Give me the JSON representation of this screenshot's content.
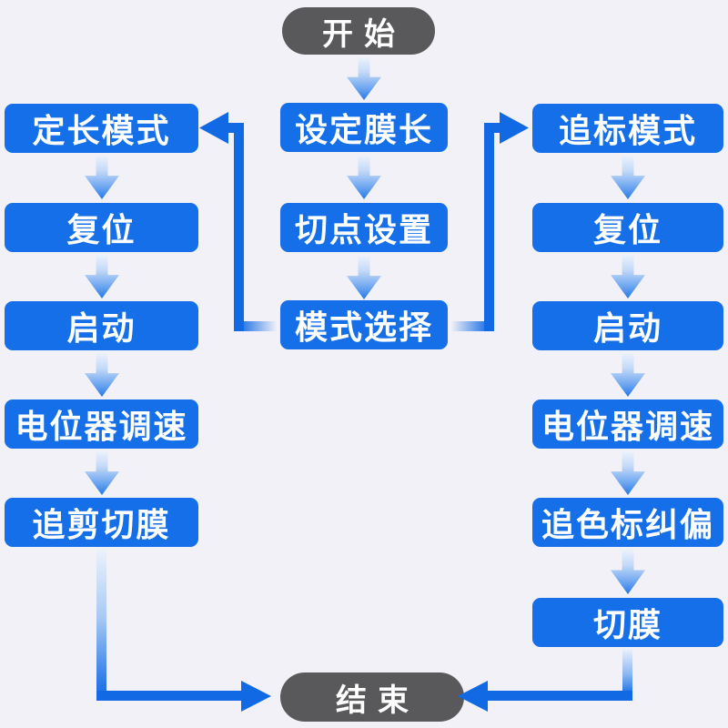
{
  "diagram_type": "flowchart",
  "colors": {
    "background": "#f2f1f7",
    "process_box": "#146fe8",
    "terminator": "#59595b",
    "connector": "#116ae4",
    "text": "#ffffff"
  },
  "nodes": {
    "start": "开始",
    "end": "结束",
    "center": [
      "设定膜长",
      "切点设置",
      "模式选择"
    ],
    "left": [
      "定长模式",
      "复位",
      "启动",
      "电位器调速",
      "追剪切膜"
    ],
    "right": [
      "追标模式",
      "复位",
      "启动",
      "电位器调速",
      "追色标纠偏",
      "切膜"
    ]
  },
  "edges": [
    {
      "from": "开始",
      "to": "设定膜长"
    },
    {
      "from": "设定膜长",
      "to": "切点设置"
    },
    {
      "from": "切点设置",
      "to": "模式选择"
    },
    {
      "from": "模式选择",
      "to": "定长模式"
    },
    {
      "from": "模式选择",
      "to": "追标模式"
    },
    {
      "from": "定长模式",
      "to": "复位"
    },
    {
      "from": "复位",
      "to": "启动"
    },
    {
      "from": "启动",
      "to": "电位器调速"
    },
    {
      "from": "电位器调速",
      "to": "追剪切膜"
    },
    {
      "from": "追剪切膜",
      "to": "结束"
    },
    {
      "from": "追标模式",
      "to": "复位"
    },
    {
      "from": "复位",
      "to": "启动"
    },
    {
      "from": "启动",
      "to": "电位器调速"
    },
    {
      "from": "电位器调速",
      "to": "追色标纠偏"
    },
    {
      "from": "追色标纠偏",
      "to": "切膜"
    },
    {
      "from": "切膜",
      "to": "结束"
    }
  ]
}
